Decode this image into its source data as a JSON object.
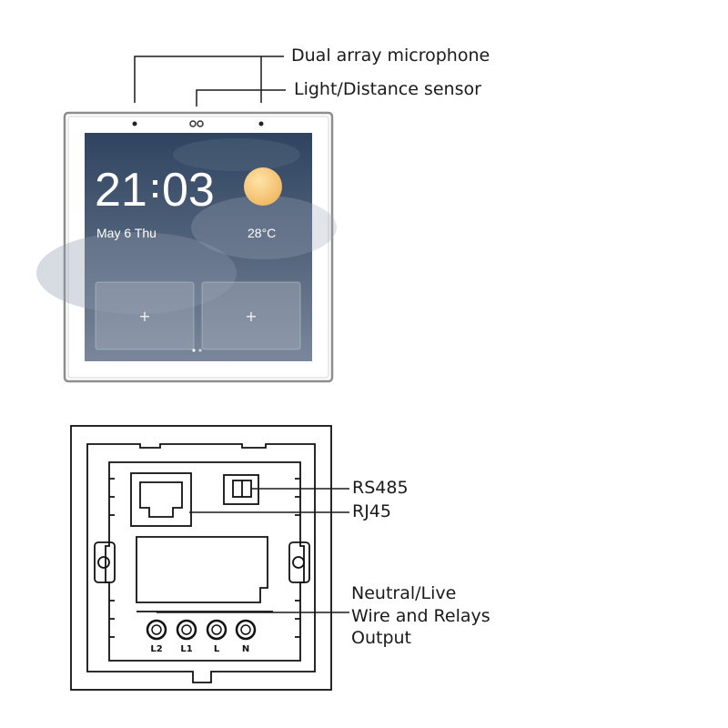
{
  "callouts": {
    "microphone": "Dual array microphone",
    "sensor": "Light/Distance sensor",
    "rs485": "RS485",
    "rj45": "RJ45",
    "power_line1": "Neutral/Live",
    "power_line2": "Wire and Relays",
    "power_line3": "Output"
  },
  "screen": {
    "time_hours": "21",
    "time_minutes": "03",
    "date": "May 6 Thu",
    "temperature": "28°C",
    "weather_icon": "sun-icon",
    "tiles": [
      {
        "symbol": "+",
        "icon": "plus-icon"
      },
      {
        "symbol": "+",
        "icon": "plus-icon"
      }
    ],
    "page_dots": 2
  },
  "terminals": [
    {
      "label": "L2"
    },
    {
      "label": "L1"
    },
    {
      "label": "L"
    },
    {
      "label": "N"
    }
  ],
  "colors": {
    "line": "#1a1a1a",
    "sky_top": "#2f4460",
    "sky_bottom": "#6c7c93",
    "sun": "#f3c070"
  }
}
